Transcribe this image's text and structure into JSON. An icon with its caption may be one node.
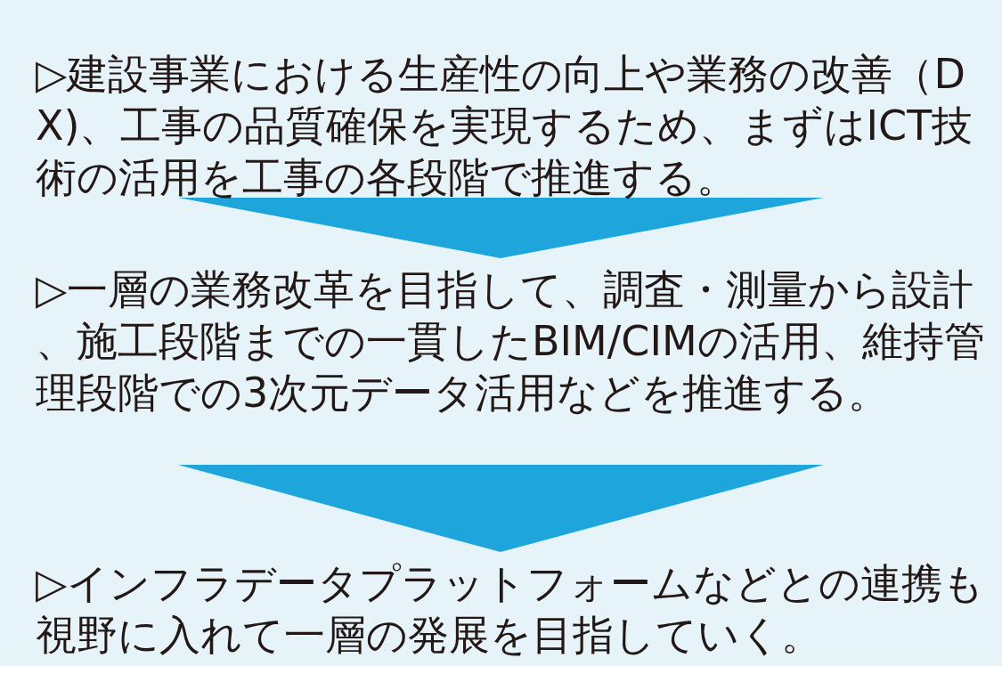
{
  "diagram": {
    "nodes": [
      {
        "text": [
          "▷建設事業における生産性の向上や業務の改善（DX)、工事の品質確保を実現するため、まずはICT技術の活用を工事の各段階で推進する。"
        ]
      },
      {
        "text": [
          "▷一層の業務改革を目指して、調査・測量から設計、施工段階までの一貫したBIM/CIMの活用、維持管理段階での3次元データ活用などを推進する。"
        ]
      },
      {
        "text": [
          "▷インフラデータプラットフォームなどとの連携も視野に入れて一層の発展を目指していく。"
        ]
      }
    ],
    "edges": [
      {
        "from": 0,
        "to": 1,
        "arrow": "to"
      },
      {
        "from": 1,
        "to": 2,
        "arrow": "to"
      }
    ]
  }
}
